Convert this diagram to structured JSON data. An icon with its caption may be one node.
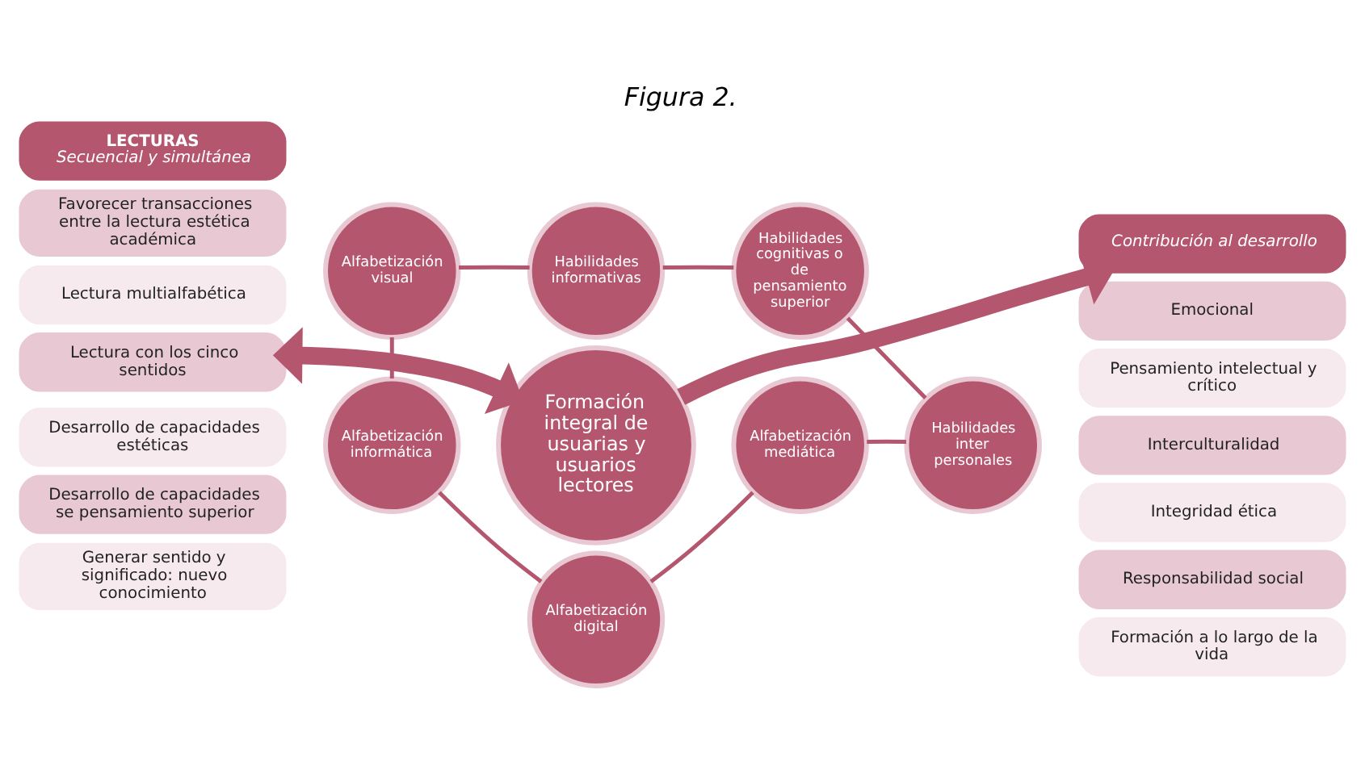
{
  "diagram": {
    "title": "Figura 2.",
    "nodes": [
      {
        "text": [
          "LECTURAS",
          "Secuencial y simultánea"
        ]
      },
      {
        "text": [
          "Favorecer transacciones entre la lectura estética académica"
        ]
      },
      {
        "text": [
          "Lectura multialfabética"
        ]
      },
      {
        "text": [
          "Lectura con los cinco sentidos"
        ]
      },
      {
        "text": [
          "Desarrollo de capacidades estéticas"
        ]
      },
      {
        "text": [
          "Desarrollo de capacidades se pensamiento superior"
        ]
      },
      {
        "text": [
          "Generar sentido y significado: nuevo conocimiento"
        ]
      },
      {
        "text": [
          "Alfabetización visual"
        ]
      },
      {
        "text": [
          "Habilidades informativas"
        ]
      },
      {
        "text": [
          "Habilidades cognitivas o de pensamiento superior"
        ]
      },
      {
        "text": [
          "Formación integral de usuarias y usuarios lectores"
        ]
      },
      {
        "text": [
          "Alfabetización informática"
        ]
      },
      {
        "text": [
          "Habilidades inter personales"
        ]
      },
      {
        "text": [
          "Alfabetización digital"
        ]
      },
      {
        "text": [
          "Alfabetización mediática"
        ]
      },
      {
        "text": [
          "Contribución al desarrollo"
        ]
      },
      {
        "text": [
          "Emocional"
        ]
      },
      {
        "text": [
          "Pensamiento intelectual y crítico"
        ]
      },
      {
        "text": [
          "Interculturalidad"
        ]
      },
      {
        "text": [
          "Integridad ética"
        ]
      },
      {
        "text": [
          "Responsabilidad social"
        ]
      },
      {
        "text": [
          "Formación a lo largo de la vida"
        ]
      }
    ],
    "edges": [
      {
        "from": 8,
        "to": 9,
        "arrow": "none"
      },
      {
        "from": 9,
        "to": 12,
        "arrow": "none"
      },
      {
        "from": 12,
        "to": 14,
        "arrow": "none"
      },
      {
        "from": 14,
        "to": 13,
        "arrow": "none"
      },
      {
        "from": 13,
        "to": 11,
        "arrow": "none"
      },
      {
        "from": 11,
        "to": 7,
        "arrow": "none"
      },
      {
        "from": 7,
        "to": 8,
        "arrow": "none"
      },
      {
        "from": 3,
        "to": 10,
        "arrow": "both",
        "style": "thick"
      },
      {
        "from": 10,
        "to": 15,
        "arrow": "to",
        "style": "thick"
      }
    ]
  }
}
